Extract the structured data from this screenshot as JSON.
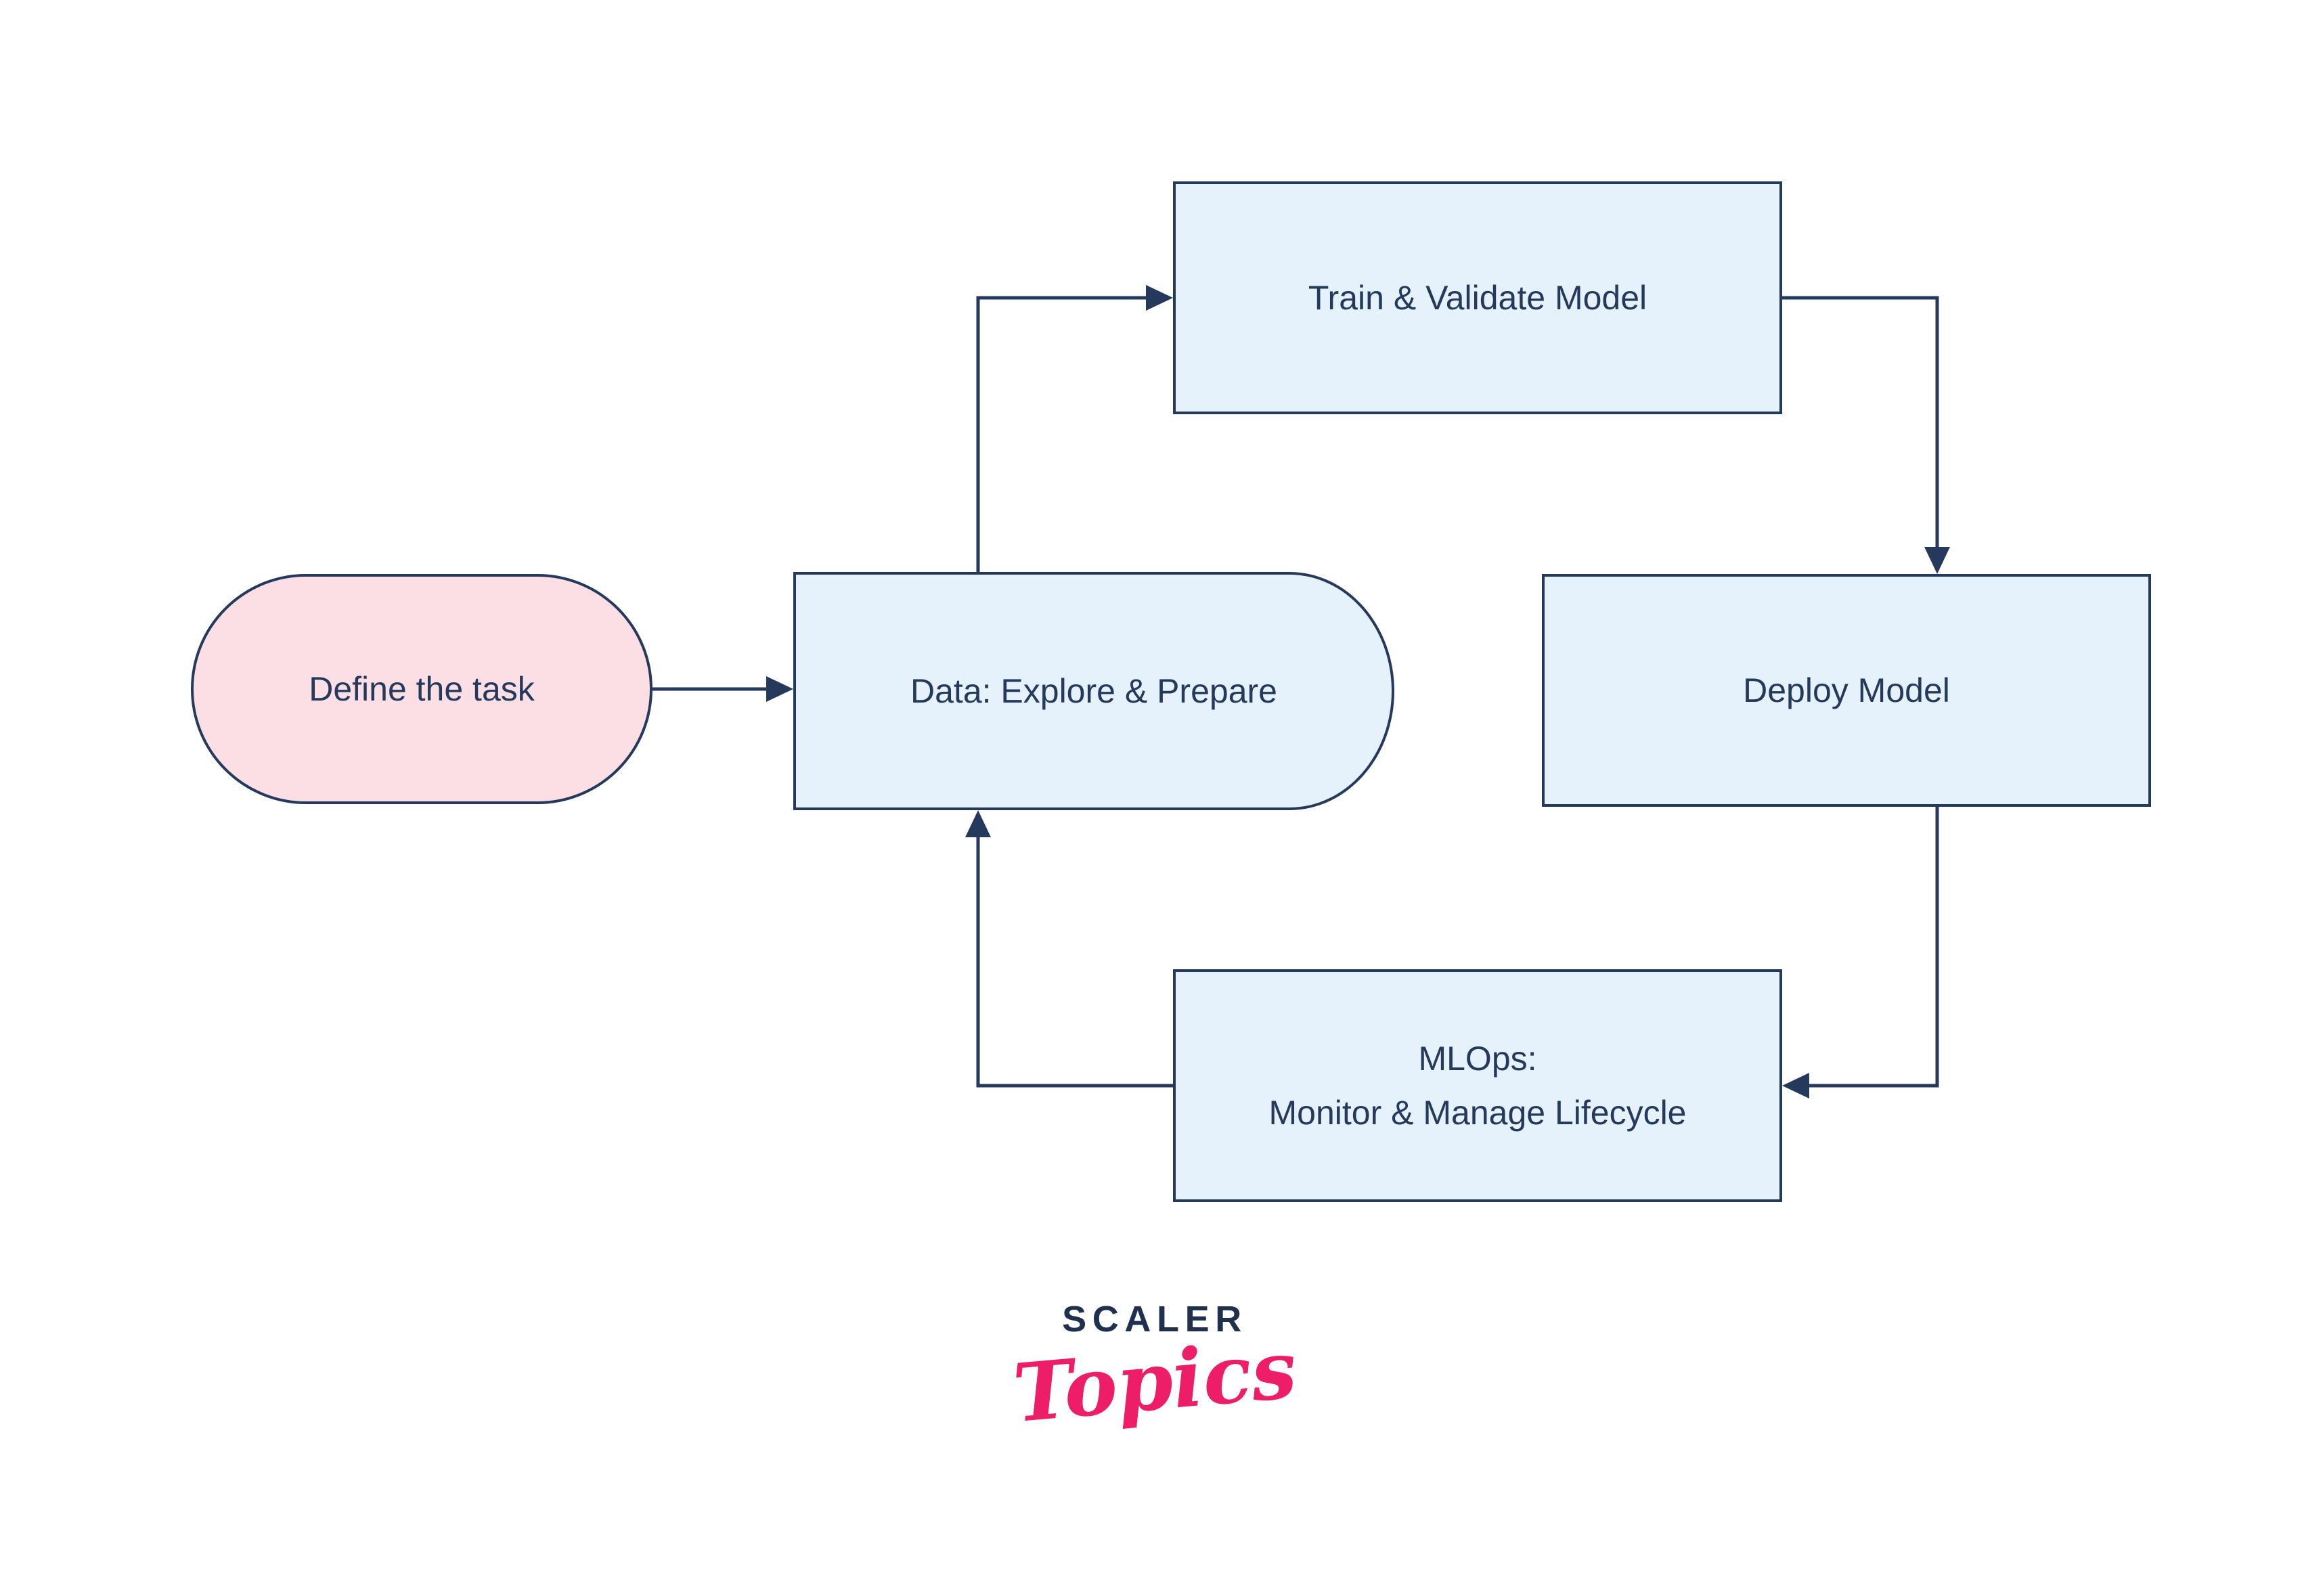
{
  "diagram": {
    "nodes": {
      "define_task": {
        "label": "Define the task"
      },
      "data_explore_prepare": {
        "label": "Data: Explore & Prepare"
      },
      "train_validate_model": {
        "label": "Train & Validate Model"
      },
      "deploy_model": {
        "label": "Deploy Model"
      },
      "mlops": {
        "line1": "MLOps:",
        "line2": "Monitor & Manage Lifecycle"
      }
    },
    "edges": [
      {
        "from": "define_task",
        "to": "data_explore_prepare"
      },
      {
        "from": "data_explore_prepare",
        "to": "train_validate_model"
      },
      {
        "from": "train_validate_model",
        "to": "deploy_model"
      },
      {
        "from": "deploy_model",
        "to": "mlops"
      },
      {
        "from": "mlops",
        "to": "data_explore_prepare"
      }
    ],
    "colors": {
      "connector": "#24395b",
      "node_border": "#24395b",
      "node_text": "#24395b",
      "blue_node_fill": "#e5f2fc",
      "pink_node_fill": "#fcdfe5",
      "background": "#ffffff"
    }
  },
  "logo": {
    "wordmark": "SCALER",
    "sub_wordmark": "Topics",
    "wordmark_color": "#20304f",
    "sub_wordmark_color": "#ee1d68"
  }
}
